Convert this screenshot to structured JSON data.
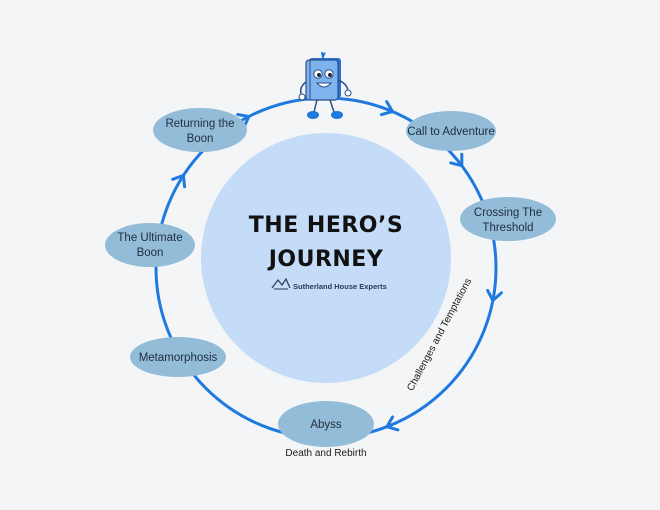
{
  "title_lines": [
    "THE HERO’S",
    "JOURNEY"
  ],
  "brand": "Sutherland House Experts",
  "mascot_icon": "book-mascot-icon",
  "colors": {
    "background": "#f4f5f6",
    "center_circle": "#c4dcf7",
    "node_fill": "#93bcd9",
    "ring": "#1f7ae0"
  },
  "stages": [
    {
      "id": "call-to-adventure",
      "lines": [
        "Call to Adventure"
      ]
    },
    {
      "id": "crossing-the-threshold",
      "lines": [
        "Crossing The",
        "Threshold"
      ]
    },
    {
      "id": "abyss",
      "lines": [
        "Abyss"
      ]
    },
    {
      "id": "metamorphosis",
      "lines": [
        "Metamorphosis"
      ]
    },
    {
      "id": "the-ultimate-boon",
      "lines": [
        "The Ultimate",
        "Boon"
      ]
    },
    {
      "id": "returning-the-boon",
      "lines": [
        "Returning the",
        "Boon"
      ]
    }
  ],
  "annotations": {
    "challenges": "Challenges and Temptations",
    "death_rebirth": "Death and Rebirth"
  }
}
